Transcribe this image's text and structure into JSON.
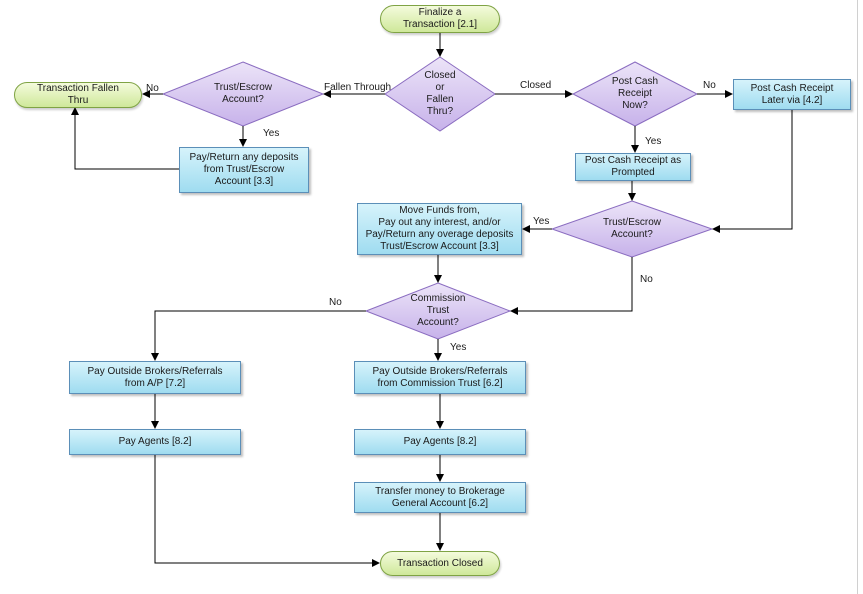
{
  "nodes": {
    "finalize": "Finalize a\nTransaction [2.1]",
    "closed_or_fallen": "Closed\nor\nFallen\nThru?",
    "trust_escrow_1": "Trust/Escrow\nAccount?",
    "transaction_fallen": "Transaction Fallen\nThru",
    "pay_return_deposits": "Pay/Return any deposits\nfrom Trust/Escrow\nAccount [3.3]",
    "post_cash_now": "Post Cash\nReceipt\nNow?",
    "post_cash_later": "Post Cash Receipt\nLater via [4.2]",
    "post_cash_prompted": "Post Cash Receipt as\nPrompted",
    "trust_escrow_2": "Trust/Escrow\nAccount?",
    "move_funds": "Move Funds from,\nPay out any interest, and/or\nPay/Return any overage deposits\nTrust/Escrow Account [3.3]",
    "commission_trust": "Commission\nTrust\nAccount?",
    "pay_outside_ap": "Pay Outside Brokers/Referrals\nfrom A/P [7.2]",
    "pay_outside_ct": "Pay Outside Brokers/Referrals\nfrom Commission Trust [6.2]",
    "pay_agents_left": "Pay Agents [8.2]",
    "pay_agents_right": "Pay Agents [8.2]",
    "transfer_money": "Transfer money to Brokerage\nGeneral Account [6.2]",
    "transaction_closed": "Transaction Closed"
  },
  "labels": {
    "no_fallen": "No",
    "fallen_through": "Fallen Through",
    "closed": "Closed",
    "no_post_cash": "No",
    "yes_trust1": "Yes",
    "yes_post_cash": "Yes",
    "yes_trust2": "Yes",
    "no_trust2": "No",
    "no_commission": "No",
    "yes_commission": "Yes"
  },
  "colors": {
    "process_fill": "#bde9f7",
    "process_border": "#5b8fb8",
    "terminator_fill": "#dff0b4",
    "terminator_border": "#7fa344",
    "decision_fill": "#d7c8ee",
    "decision_border": "#8a6cc0",
    "connector": "#000000"
  }
}
